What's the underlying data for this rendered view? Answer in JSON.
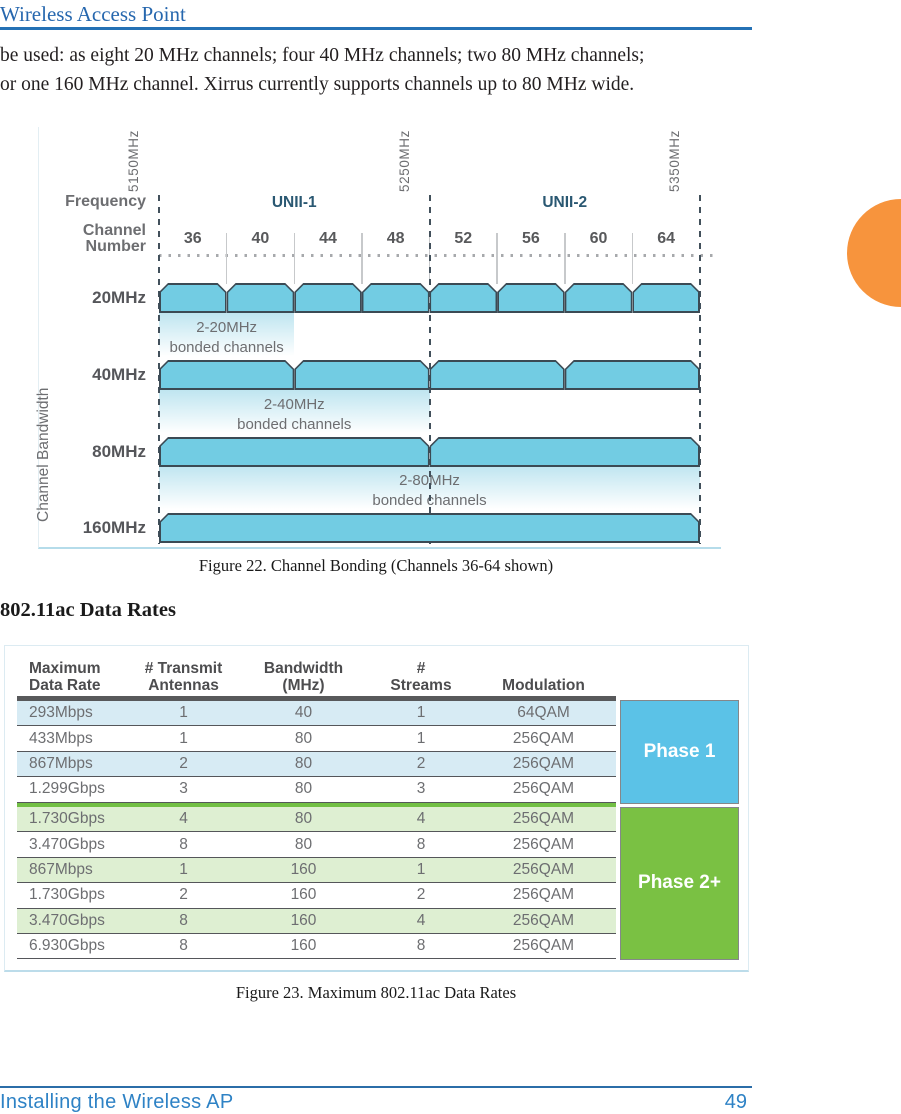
{
  "header": {
    "title": "Wireless Access Point"
  },
  "intro": {
    "text": "be used: as eight 20 MHz channels; four 40 MHz channels; two 80 MHz channels;\nor one 160 MHz channel. Xirrus currently supports channels up to 80 MHz wide."
  },
  "figure22": {
    "caption": "Figure 22. Channel Bonding (Channels 36-64 shown)",
    "frequency_label": "Frequency",
    "channel_number_label": "Channel\nNumber",
    "bandwidth_axis_label": "Channel Bandwidth",
    "boundaries": [
      {
        "freq": "5150MHz",
        "channel_index": 0
      },
      {
        "freq": "5250MHz",
        "channel_index": 4
      },
      {
        "freq": "5350MHz",
        "channel_index": 8
      }
    ],
    "bands": [
      {
        "label": "UNII-1",
        "from_channel": 0,
        "to_channel": 4
      },
      {
        "label": "UNII-2",
        "from_channel": 4,
        "to_channel": 8
      }
    ],
    "channels": [
      "36",
      "40",
      "44",
      "48",
      "52",
      "56",
      "60",
      "64"
    ],
    "bandwidth_rows": [
      {
        "label": "20MHz",
        "blocks": 8
      },
      {
        "label": "40MHz",
        "blocks": 4
      },
      {
        "label": "80MHz",
        "blocks": 2
      },
      {
        "label": "160MHz",
        "blocks": 1
      }
    ],
    "bonded_annotations": [
      {
        "label": "2-20MHz\nbonded channels",
        "span_channels": 2
      },
      {
        "label": "2-40MHz\nbonded channels",
        "span_channels": 4
      },
      {
        "label": "2-80MHz\nbonded channels",
        "span_channels": 8
      }
    ],
    "colors": {
      "block_fill": "#72CCE3",
      "block_border": "#3B4A54"
    }
  },
  "section": {
    "heading": "802.11ac Data Rates"
  },
  "figure23": {
    "caption": "Figure 23. Maximum 802.11ac Data Rates",
    "columns": [
      "Maximum\nData Rate",
      "# Transmit\nAntennas",
      "Bandwidth\n(MHz)",
      "#\nStreams",
      "Modulation"
    ],
    "rows": [
      [
        "293Mbps",
        "1",
        "40",
        "1",
        "64QAM"
      ],
      [
        "433Mbps",
        "1",
        "80",
        "1",
        "256QAM"
      ],
      [
        "867Mbps",
        "2",
        "80",
        "2",
        "256QAM"
      ],
      [
        "1.299Gbps",
        "3",
        "80",
        "3",
        "256QAM"
      ],
      [
        "1.730Gbps",
        "4",
        "80",
        "4",
        "256QAM"
      ],
      [
        "3.470Gbps",
        "8",
        "80",
        "8",
        "256QAM"
      ],
      [
        "867Mbps",
        "1",
        "160",
        "1",
        "256QAM"
      ],
      [
        "1.730Gbps",
        "2",
        "160",
        "2",
        "256QAM"
      ],
      [
        "3.470Gbps",
        "8",
        "160",
        "4",
        "256QAM"
      ],
      [
        "6.930Gbps",
        "8",
        "160",
        "8",
        "256QAM"
      ]
    ],
    "phases": [
      {
        "label": "Phase 1",
        "rows": 4,
        "color": "#5BC2E7"
      },
      {
        "label": "Phase 2+",
        "rows": 6,
        "color": "#7AC143"
      }
    ],
    "row_stripe_colors": {
      "phase1": "#D7EBF4",
      "phase2": "#DEEFD2",
      "divider": "#72BF44"
    }
  },
  "footer": {
    "left": "Installing the Wireless AP",
    "page": "49"
  }
}
